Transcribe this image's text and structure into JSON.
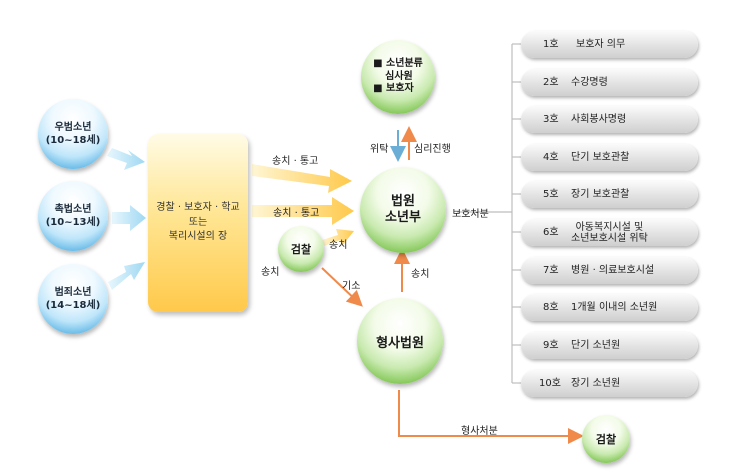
{
  "juveniles": [
    {
      "line1": "우범소년",
      "line2": "(10~18세)"
    },
    {
      "line1": "촉법소년",
      "line2": "(10~13세)"
    },
    {
      "line1": "범죄소년",
      "line2": "(14~18세)"
    }
  ],
  "reporters": {
    "line1": "경찰 · 보호자 · 학교",
    "line2": "또는",
    "line3": "복리시설의 장"
  },
  "edge_labels": {
    "send_notify_1": "송치 · 통고",
    "send_notify_2": "송치 · 통고",
    "send_from_prosecutor": "송치",
    "send_left": "송치",
    "indict": "기소",
    "delegate": "위탁",
    "hearing": "심리진행",
    "send_to_juvenile": "송치",
    "protective_disposition": "보호처분",
    "criminal_disposition": "형사처분"
  },
  "nodes": {
    "classification": {
      "line1": "■ 소년분류",
      "line2": "심사원",
      "line3": "■ 보호자"
    },
    "juvenile_court": {
      "line1": "법원",
      "line2": "소년부"
    },
    "prosecutor": "검찰",
    "criminal_court": "형사법원",
    "prosecutor_end": "검찰"
  },
  "dispositions": [
    {
      "no": "1호",
      "text": "보호자 의무"
    },
    {
      "no": "2호",
      "text": "수강명령"
    },
    {
      "no": "3호",
      "text": "사회봉사명령"
    },
    {
      "no": "4호",
      "text": "단기 보호관찰"
    },
    {
      "no": "5호",
      "text": "장기 보호관찰"
    },
    {
      "no": "6호",
      "text1": "아동복지시설 및",
      "text2": "소년보호시설 위탁"
    },
    {
      "no": "7호",
      "text": "병원 · 의료보호시설"
    },
    {
      "no": "8호",
      "text": "1개월 이내의 소년원"
    },
    {
      "no": "9호",
      "text": "단기 소년원"
    },
    {
      "no": "10호",
      "text": "장기 소년원"
    }
  ],
  "colors": {
    "arrow_orange": "#f08a4b",
    "arrow_blue": "#9fd8f2",
    "arrow_yellow": "#ffc94a",
    "sphere_green": "#79c24a",
    "sphere_blue": "#5fb6e6"
  }
}
